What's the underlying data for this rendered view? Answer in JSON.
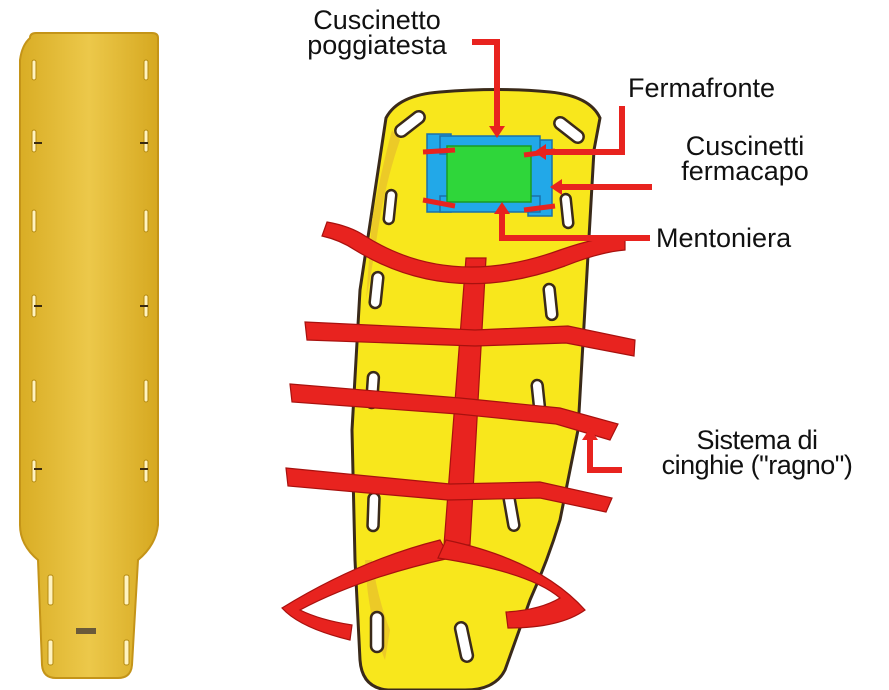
{
  "labels": {
    "head_pad": {
      "line1": "Cuscinetto",
      "line2": "poggiatesta"
    },
    "forehead_strap": "Fermafronte",
    "head_blocks": {
      "line1": "Cuscinetti",
      "line2": "fermacapo"
    },
    "chin_strap": "Mentoniera",
    "strap_system": {
      "line1": "Sistema di",
      "line2": "cinghie (\"ragno\")"
    }
  },
  "colors": {
    "board": "#f8e71c",
    "board_outline": "#3a2a1a",
    "photo_board": "#e3bd3a",
    "strap": "#e8231f",
    "head_block": "#22a8e8",
    "head_pad": "#2fd63a",
    "arrow": "#e8231f"
  }
}
